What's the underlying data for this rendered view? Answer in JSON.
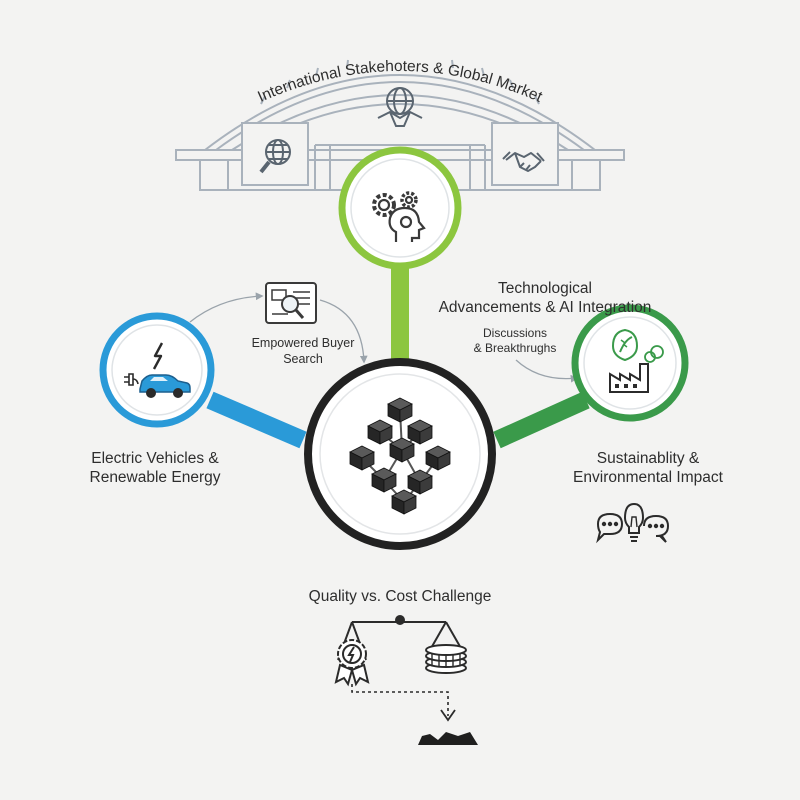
{
  "header": {
    "arch_title": "International Stakehoters & Global Market"
  },
  "nodes": {
    "technology": {
      "line1": "Technological",
      "line2": "Advancements & AI Integration"
    },
    "electric_vehicles": {
      "line1": "Electric Vehicles &",
      "line2": "Renewable Energy"
    },
    "sustainability": {
      "line1": "Sustainablity &",
      "line2": "Environmental Impact"
    }
  },
  "annotations": {
    "buyer_search": {
      "line1": "Empowered Buyer",
      "line2": "Search"
    },
    "discussions": {
      "line1": "Discussions",
      "line2": "& Breakthrughs"
    }
  },
  "footer": {
    "challenge": "Quality vs. Cost Challenge"
  },
  "colors": {
    "technology": "#8cc63f",
    "electric_vehicles": "#2a9ad8",
    "sustainability": "#3a9a4a",
    "hub": "#222222",
    "outline": "#a9b2bc"
  },
  "icons": [
    "globe-handshake-icon",
    "globe-search-icon",
    "handshake-icon",
    "gears-head-icon",
    "electric-car-icon",
    "factory-leaf-icon",
    "search-document-icon",
    "speech-bubbles-lightbulb-icon",
    "balance-scale-icon",
    "award-ribbon-icon",
    "coin-stack-icon",
    "pit-icon"
  ]
}
